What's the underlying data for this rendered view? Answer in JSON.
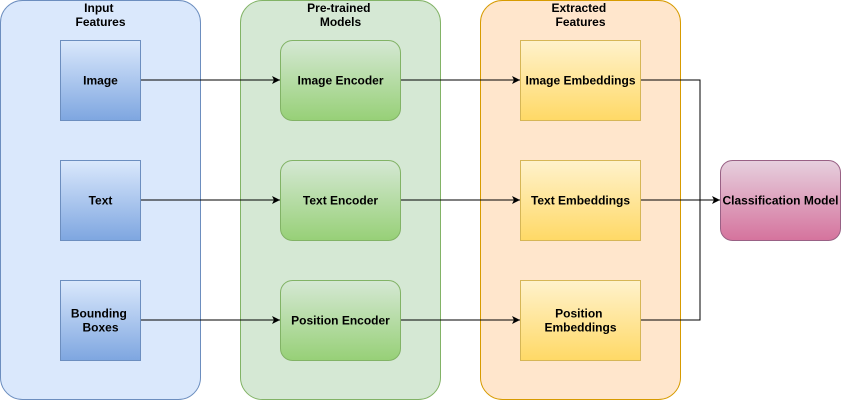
{
  "groups": [
    {
      "id": "input",
      "title_lines": [
        "Input",
        "Features"
      ],
      "fill": "#dae8fc",
      "stroke": "#6c8ebf"
    },
    {
      "id": "pretrained",
      "title_lines": [
        "Pre-trained",
        "Models"
      ],
      "fill": "#d5e8d4",
      "stroke": "#82b366"
    },
    {
      "id": "extracted",
      "title_lines": [
        "Extracted",
        "Features"
      ],
      "fill": "#ffe6cc",
      "stroke": "#d79b00"
    }
  ],
  "nodes": {
    "image": {
      "lines": [
        "Image"
      ],
      "gradient": "blue"
    },
    "text": {
      "lines": [
        "Text"
      ],
      "gradient": "blue"
    },
    "bbox": {
      "lines": [
        "Bounding",
        "Boxes"
      ],
      "gradient": "blue"
    },
    "image_encoder": {
      "lines": [
        "Image Encoder"
      ],
      "gradient": "green"
    },
    "text_encoder": {
      "lines": [
        "Text Encoder"
      ],
      "gradient": "green"
    },
    "position_encoder": {
      "lines": [
        "Position Encoder"
      ],
      "gradient": "green"
    },
    "image_embeddings": {
      "lines": [
        "Image Embeddings"
      ],
      "gradient": "yellow"
    },
    "text_embeddings": {
      "lines": [
        "Text Embeddings"
      ],
      "gradient": "yellow"
    },
    "position_embeddings": {
      "lines": [
        "Position",
        "Embeddings"
      ],
      "gradient": "yellow"
    },
    "classification_model": {
      "lines": [
        "Classification Model"
      ],
      "gradient": "pink"
    }
  },
  "edges": [
    {
      "from": "image",
      "to": "image_encoder"
    },
    {
      "from": "text",
      "to": "text_encoder"
    },
    {
      "from": "bbox",
      "to": "position_encoder"
    },
    {
      "from": "image_encoder",
      "to": "image_embeddings"
    },
    {
      "from": "text_encoder",
      "to": "text_embeddings"
    },
    {
      "from": "position_encoder",
      "to": "position_embeddings"
    },
    {
      "from": "image_embeddings",
      "to": "classification_model"
    },
    {
      "from": "text_embeddings",
      "to": "classification_model"
    },
    {
      "from": "position_embeddings",
      "to": "classification_model"
    }
  ],
  "colors": {
    "blue": [
      "#dae8fc",
      "#7ea6e0",
      "#6c8ebf"
    ],
    "green": [
      "#d5e8d4",
      "#97d077",
      "#82b366"
    ],
    "yellow": [
      "#fff2cc",
      "#ffd966",
      "#d6b656"
    ],
    "pink": [
      "#e6d0de",
      "#d5739d",
      "#996185"
    ]
  }
}
